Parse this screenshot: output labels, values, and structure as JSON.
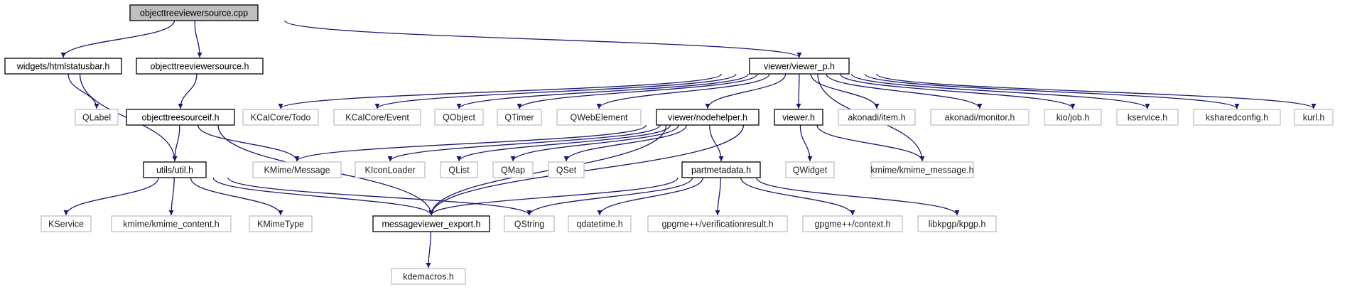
{
  "title": "",
  "colors": {
    "edge": "#191970",
    "root_fill": "#bfbfbf",
    "box_border": "#000000",
    "external_border": "#c0c0c0",
    "box_fill": "#ffffff",
    "ext_text": "#222222"
  },
  "nodes": [
    {
      "id": "root",
      "label": "objecttreeviewersource.cpp",
      "kind": "root"
    },
    {
      "id": "htmlstatusbar",
      "label": "widgets/htmlstatusbar.h",
      "kind": "file"
    },
    {
      "id": "otvs_h",
      "label": "objecttreeviewersource.h",
      "kind": "file"
    },
    {
      "id": "viewer_p",
      "label": "viewer/viewer_p.h",
      "kind": "file"
    },
    {
      "id": "qlabel",
      "label": "QLabel",
      "kind": "external"
    },
    {
      "id": "otsif",
      "label": "objecttreesourceif.h",
      "kind": "file"
    },
    {
      "id": "kcal_todo",
      "label": "KCalCore/Todo",
      "kind": "external"
    },
    {
      "id": "kcal_event",
      "label": "KCalCore/Event",
      "kind": "external"
    },
    {
      "id": "qobject",
      "label": "QObject",
      "kind": "external"
    },
    {
      "id": "qtimer",
      "label": "QTimer",
      "kind": "external"
    },
    {
      "id": "qwebelement",
      "label": "QWebElement",
      "kind": "external"
    },
    {
      "id": "nodehelper",
      "label": "viewer/nodehelper.h",
      "kind": "file"
    },
    {
      "id": "viewer_h",
      "label": "viewer.h",
      "kind": "file"
    },
    {
      "id": "ak_item",
      "label": "akonadi/item.h",
      "kind": "external"
    },
    {
      "id": "ak_monitor",
      "label": "akonadi/monitor.h",
      "kind": "external"
    },
    {
      "id": "kio_job",
      "label": "kio/job.h",
      "kind": "external"
    },
    {
      "id": "kservice_h",
      "label": "kservice.h",
      "kind": "external"
    },
    {
      "id": "ksharedconfig",
      "label": "ksharedconfig.h",
      "kind": "external"
    },
    {
      "id": "kurl",
      "label": "kurl.h",
      "kind": "external"
    },
    {
      "id": "kmime_message",
      "label": "KMime/Message",
      "kind": "external"
    },
    {
      "id": "kiconloader",
      "label": "KIconLoader",
      "kind": "external"
    },
    {
      "id": "qlist",
      "label": "QList",
      "kind": "external"
    },
    {
      "id": "qmap",
      "label": "QMap",
      "kind": "external"
    },
    {
      "id": "qset",
      "label": "QSet",
      "kind": "external"
    },
    {
      "id": "partmetadata",
      "label": "partmetadata.h",
      "kind": "file"
    },
    {
      "id": "qwidget",
      "label": "QWidget",
      "kind": "external"
    },
    {
      "id": "kmime_kmime_message",
      "label": "kmime/kmime_message.h",
      "kind": "external"
    },
    {
      "id": "util",
      "label": "utils/util.h",
      "kind": "file"
    },
    {
      "id": "kservice",
      "label": "KService",
      "kind": "external"
    },
    {
      "id": "kmime_content",
      "label": "kmime/kmime_content.h",
      "kind": "external"
    },
    {
      "id": "kmimetype",
      "label": "KMimeType",
      "kind": "external"
    },
    {
      "id": "mv_export",
      "label": "messageviewer_export.h",
      "kind": "file"
    },
    {
      "id": "qstring",
      "label": "QString",
      "kind": "external"
    },
    {
      "id": "qdatetime",
      "label": "qdatetime.h",
      "kind": "external"
    },
    {
      "id": "gpgme_vr",
      "label": "gpgme++/verificationresult.h",
      "kind": "external"
    },
    {
      "id": "gpgme_ctx",
      "label": "gpgme++/context.h",
      "kind": "external"
    },
    {
      "id": "kpgp",
      "label": "libkpgp/kpgp.h",
      "kind": "external"
    },
    {
      "id": "kdemacros",
      "label": "kdemacros.h",
      "kind": "external"
    }
  ],
  "edges": [
    [
      "root",
      "htmlstatusbar"
    ],
    [
      "root",
      "otvs_h"
    ],
    [
      "root",
      "viewer_p"
    ],
    [
      "htmlstatusbar",
      "qlabel"
    ],
    [
      "htmlstatusbar",
      "util"
    ],
    [
      "otvs_h",
      "otsif"
    ],
    [
      "otsif",
      "util"
    ],
    [
      "otsif",
      "kmime_message"
    ],
    [
      "otsif",
      "mv_export"
    ],
    [
      "viewer_p",
      "kcal_todo"
    ],
    [
      "viewer_p",
      "kcal_event"
    ],
    [
      "viewer_p",
      "qobject"
    ],
    [
      "viewer_p",
      "qtimer"
    ],
    [
      "viewer_p",
      "qwebelement"
    ],
    [
      "viewer_p",
      "nodehelper"
    ],
    [
      "viewer_p",
      "viewer_h"
    ],
    [
      "viewer_p",
      "ak_item"
    ],
    [
      "viewer_p",
      "ak_monitor"
    ],
    [
      "viewer_p",
      "kio_job"
    ],
    [
      "viewer_p",
      "kservice_h"
    ],
    [
      "viewer_p",
      "ksharedconfig"
    ],
    [
      "viewer_p",
      "kurl"
    ],
    [
      "viewer_p",
      "kmime_kmime_message"
    ],
    [
      "nodehelper",
      "kmime_message"
    ],
    [
      "nodehelper",
      "kiconloader"
    ],
    [
      "nodehelper",
      "qlist"
    ],
    [
      "nodehelper",
      "qmap"
    ],
    [
      "nodehelper",
      "qset"
    ],
    [
      "nodehelper",
      "partmetadata"
    ],
    [
      "nodehelper",
      "mv_export"
    ],
    [
      "viewer_h",
      "qwidget"
    ],
    [
      "viewer_h",
      "kmime_kmime_message"
    ],
    [
      "viewer_h",
      "mv_export"
    ],
    [
      "partmetadata",
      "qstring"
    ],
    [
      "partmetadata",
      "qdatetime"
    ],
    [
      "partmetadata",
      "gpgme_vr"
    ],
    [
      "partmetadata",
      "gpgme_ctx"
    ],
    [
      "partmetadata",
      "kpgp"
    ],
    [
      "partmetadata",
      "mv_export"
    ],
    [
      "util",
      "kservice"
    ],
    [
      "util",
      "kmime_content"
    ],
    [
      "util",
      "kmimetype"
    ],
    [
      "util",
      "mv_export"
    ],
    [
      "util",
      "qstring"
    ],
    [
      "mv_export",
      "kdemacros"
    ]
  ]
}
